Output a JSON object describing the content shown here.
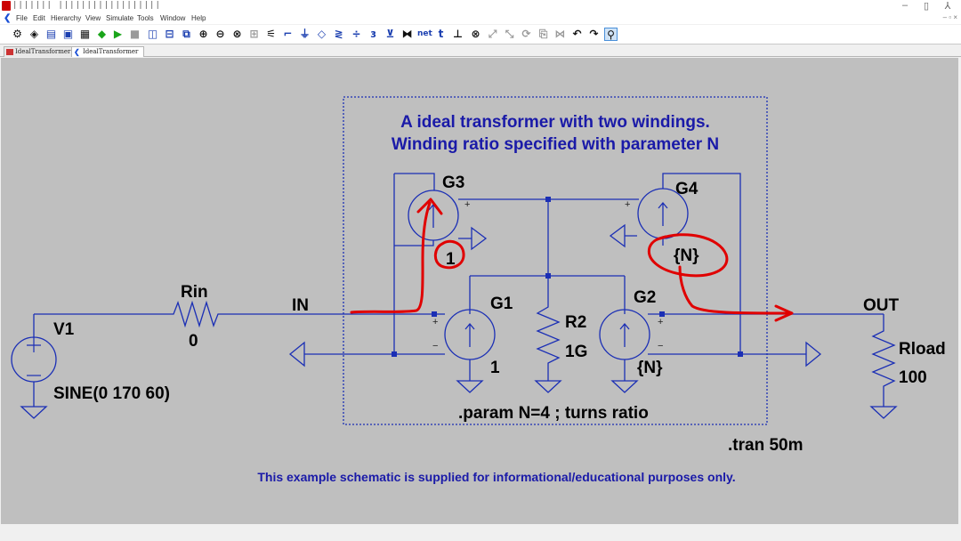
{
  "titlebar": {
    "title": "|||||||  ||||||||||||||||||"
  },
  "window_controls": {
    "minimize": "–",
    "maximize": "▯",
    "close": "⅄"
  },
  "menu": {
    "items": [
      "File",
      "Edit",
      "Hierarchy",
      "View",
      "Simulate",
      "Tools",
      "Window",
      "Help"
    ],
    "mdi": "– ▫ ×"
  },
  "toolbar": {
    "icons": [
      "gear-icon",
      "open-icon",
      "folder-icon",
      "save-icon",
      "print-icon",
      "component-icon",
      "run-icon",
      "halt-icon",
      "tile-icon",
      "split-icon",
      "copy-icon",
      "zoom-in-icon",
      "zoom-out-icon",
      "zoom-fit-icon",
      "zoom-area-icon",
      "autorange-icon",
      "wire-icon",
      "ground-icon",
      "label-icon",
      "resistor-icon",
      "capacitor-icon",
      "inductor-icon",
      "diode-icon",
      "net-icon",
      "text-icon",
      "spice-directive-icon",
      "delete-icon",
      "move-icon",
      "drag-icon",
      "rotate-icon",
      "mirror-icon",
      "undo-icon",
      "redo-icon",
      "find-icon"
    ]
  },
  "tabs": [
    {
      "label": "IdealTransformer",
      "icon": "schematic-icon"
    },
    {
      "label": "IdealTransformer",
      "icon": "waveform-icon"
    }
  ],
  "schematic": {
    "title_line1": "A ideal transformer with two windings.",
    "title_line2": "Winding ratio specified with parameter N",
    "param_directive": ".param N=4 ; turns ratio",
    "tran_directive": ".tran 50m",
    "disclaimer": "This example schematic is supplied for informational/educational purposes only.",
    "components": {
      "V1": {
        "name": "V1",
        "value": "SINE(0 170 60)"
      },
      "Rin": {
        "name": "Rin",
        "value": "0"
      },
      "R2": {
        "name": "R2",
        "value": "1G"
      },
      "Rload": {
        "name": "Rload",
        "value": "100"
      },
      "G1": {
        "name": "G1",
        "value": "1"
      },
      "G2": {
        "name": "G2",
        "value": "{N}"
      },
      "G3": {
        "name": "G3",
        "value": "1"
      },
      "G4": {
        "name": "G4",
        "value": "{N}"
      }
    },
    "net_labels": {
      "in": "IN",
      "out": "OUT"
    },
    "pin_signs": {
      "plus": "+",
      "minus": "−"
    }
  },
  "colors": {
    "wire": "#1b2fb5",
    "annotation": "#e00000",
    "canvas": "#bfbfbf",
    "text_blue": "#1a1aa8"
  }
}
